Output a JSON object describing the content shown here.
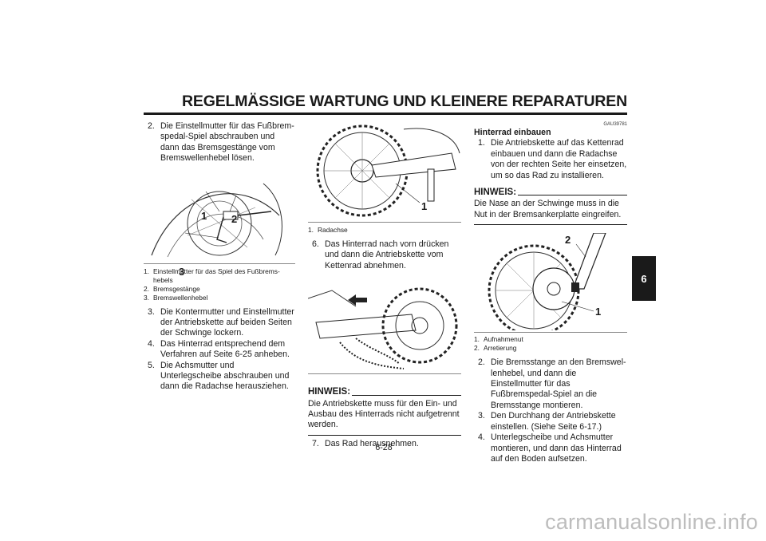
{
  "page": {
    "title": "REGELMÄSSIGE WARTUNG UND KLEINERE REPARATUREN",
    "tab": "6",
    "page_number": "6-28",
    "watermark": "carmanualsonline.info"
  },
  "col1": {
    "step2_num": "2.",
    "step2_text": "Die Einstellmutter für das Fußbrem­spedal-Spiel abschrauben und dann das Bremsgestänge vom Bremswel­lenhebel lösen.",
    "fig_labels": [
      "1",
      "2",
      "3"
    ],
    "captions": [
      {
        "num": "1.",
        "text": "Einstellmutter für das Spiel des Fußbrems­hebels"
      },
      {
        "num": "2.",
        "text": "Bremsgestänge"
      },
      {
        "num": "3.",
        "text": "Bremswellenhebel"
      }
    ],
    "steps": [
      {
        "num": "3.",
        "text": "Die Kontermutter und Einstellmutter der Antriebskette auf beiden Seiten der Schwinge lockern."
      },
      {
        "num": "4.",
        "text": "Das Hinterrad entsprechend dem Ver­fahren auf Seite 6-25 anheben."
      },
      {
        "num": "5.",
        "text": "Die Achsmutter und Unterlegscheibe abschrauben und dann die Radachse herausziehen."
      }
    ]
  },
  "col2": {
    "fig1_label": "1",
    "fig1_caption": {
      "num": "1.",
      "text": "Radachse"
    },
    "step6_num": "6.",
    "step6_text": "Das Hinterrad nach vorn drücken und dann die Antriebskette vom Kettenrad abnehmen.",
    "note_heading": "HINWEIS:",
    "note_text": "Die Antriebskette muss für den Ein- und Ausbau des Hinterrads nicht aufgetrennt werden.",
    "step7_num": "7.",
    "step7_text": "Das Rad herausnehmen."
  },
  "col3": {
    "code": "GAU39781",
    "section_title": "Hinterrad einbauen",
    "step1_num": "1.",
    "step1_text": "Die Antriebskette auf das Kettenrad einbauen und dann die Radachse von der rechten Seite her einsetzen, um so das Rad zu installieren.",
    "note_heading": "HINWEIS:",
    "note_text": "Die Nase an der Schwinge muss in die Nut in der Bremsankerplatte eingreifen.",
    "fig_labels": [
      "2",
      "1"
    ],
    "captions": [
      {
        "num": "1.",
        "text": "Aufnahmenut"
      },
      {
        "num": "2.",
        "text": "Arretierung"
      }
    ],
    "steps": [
      {
        "num": "2.",
        "text": "Die Bremsstange an den Bremswel­lenhebel, und dann die Einstellmutter für das Fußbremspedal-Spiel an die Bremsstange montieren."
      },
      {
        "num": "3.",
        "text": "Den Durchhang der Antriebskette ein­stellen. (Siehe Seite 6-17.)"
      },
      {
        "num": "4.",
        "text": "Unterlegscheibe und Achsmutter montieren, und dann das Hinterrad auf den Boden aufsetzen."
      }
    ]
  }
}
